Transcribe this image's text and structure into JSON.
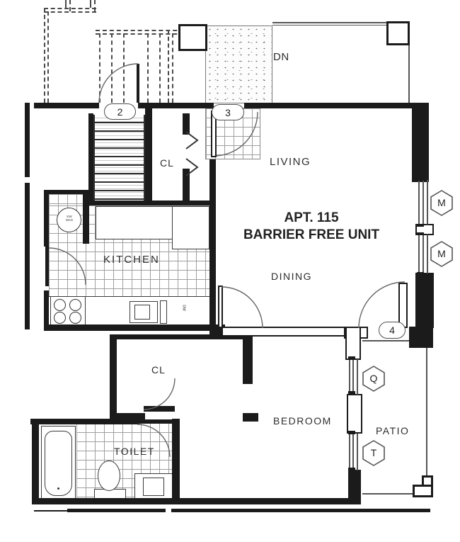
{
  "drawing": {
    "title": "APT. 115",
    "subtitle": "BARRIER FREE UNIT"
  },
  "rooms": {
    "living": {
      "label": "LIVING"
    },
    "dining": {
      "label": "DINING"
    },
    "kitchen": {
      "label": "KITCHEN"
    },
    "bedroom": {
      "label": "BEDROOM"
    },
    "patio": {
      "label": "PATIO"
    },
    "toilet": {
      "label": "TOILET"
    },
    "closet_entry": {
      "label": "CL"
    },
    "closet_bedroom": {
      "label": "CL"
    }
  },
  "annotations": {
    "stair_down": "DN",
    "dishwasher": "DW",
    "heater_line1": "KW",
    "heater_line2": "WAS"
  },
  "door_tags": [
    {
      "label": "2"
    },
    {
      "label": "3"
    },
    {
      "label": "4"
    }
  ],
  "window_tags": [
    {
      "label": "M"
    },
    {
      "label": "M"
    },
    {
      "label": "Q"
    },
    {
      "label": "T"
    }
  ],
  "colors": {
    "wall": "#1b1b1b",
    "line": "#555555",
    "tile_grid": "#9f9f9f",
    "background": "#ffffff"
  }
}
